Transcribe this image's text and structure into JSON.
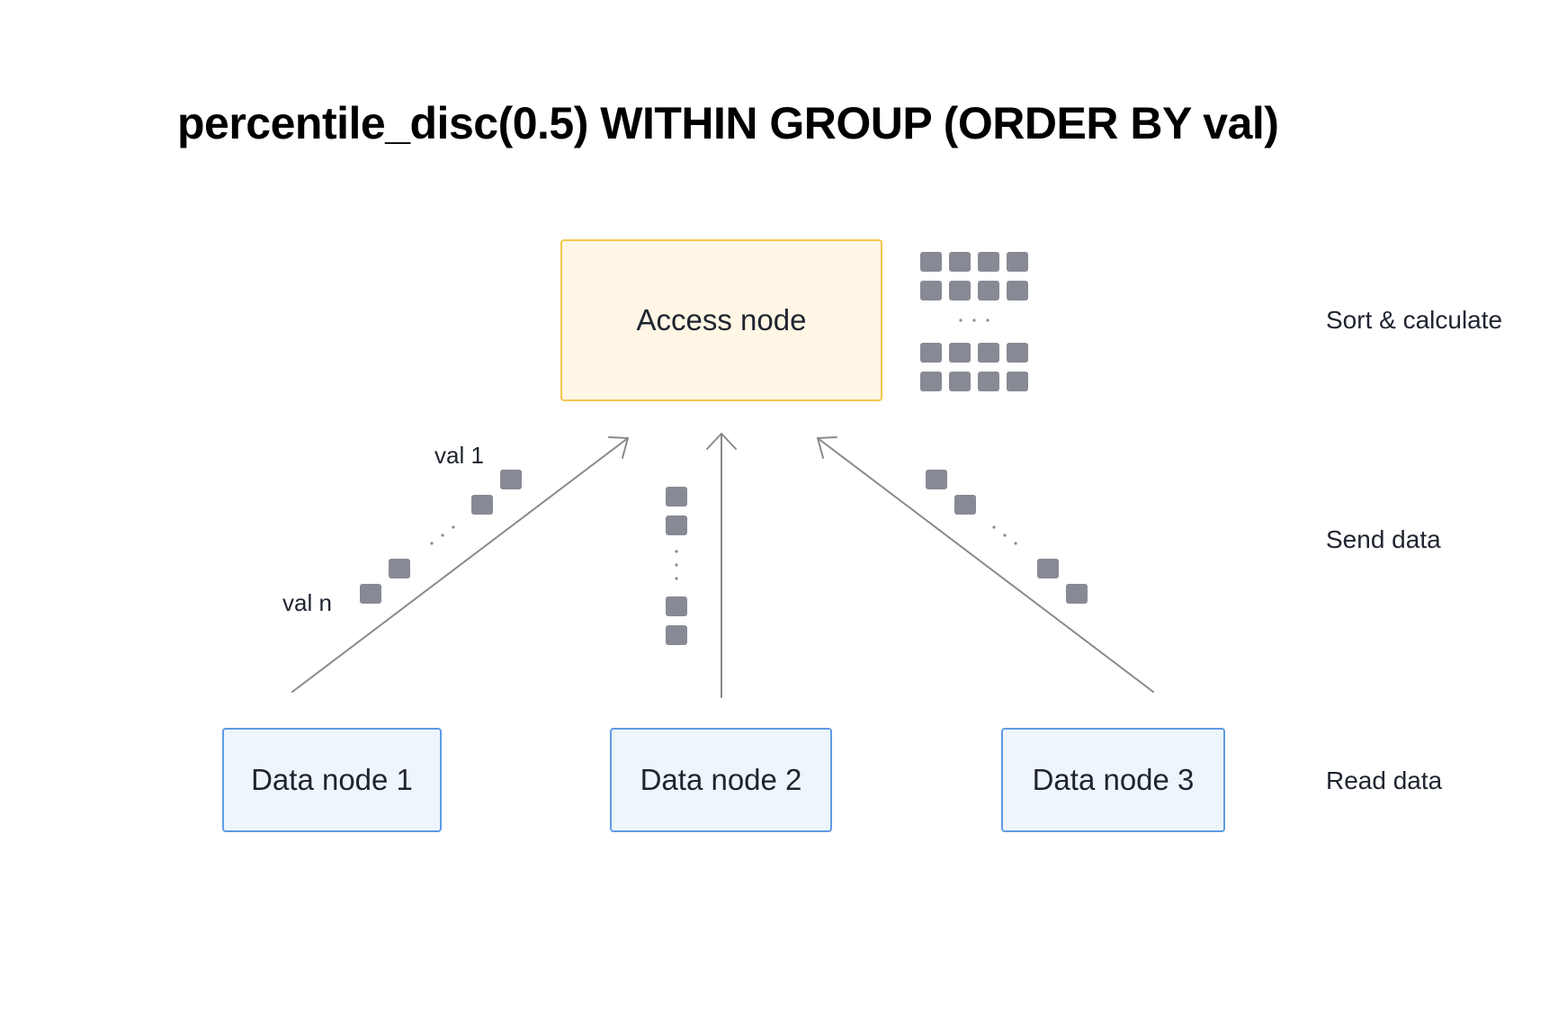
{
  "title": "percentile_disc(0.5) WITHIN GROUP (ORDER BY val)",
  "access_node": {
    "label": "Access node"
  },
  "data_nodes": [
    {
      "label": "Data node 1"
    },
    {
      "label": "Data node 2"
    },
    {
      "label": "Data node 3"
    }
  ],
  "steps": {
    "sort": "Sort & calculate",
    "send": "Send data",
    "read": "Read data"
  },
  "value_labels": {
    "first": "val 1",
    "last": "val n"
  },
  "colors": {
    "access_fill": "#fff6e5",
    "access_border": "#f5c64f",
    "data_fill": "#eef5fd",
    "data_border": "#5f9be6",
    "square": "#878a94",
    "arrow": "#8a8a8a"
  }
}
